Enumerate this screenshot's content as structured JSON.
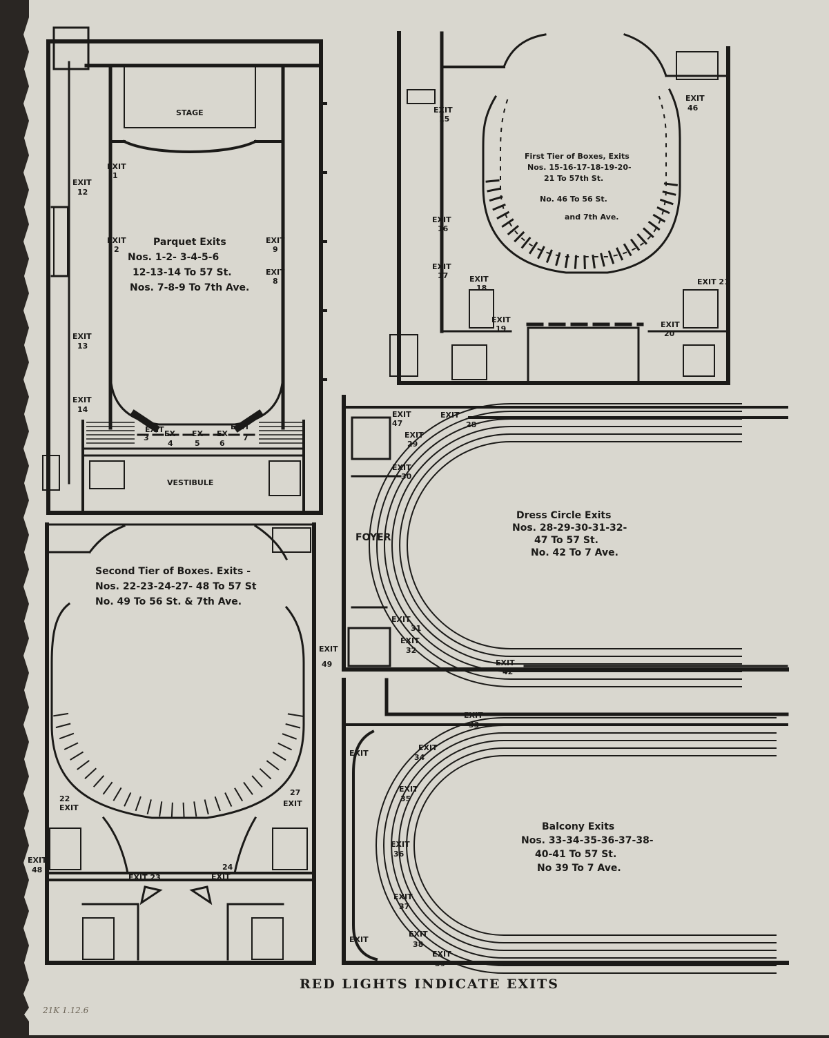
{
  "plans": {
    "parquet": {
      "stage": "STAGE",
      "title": "Parquet Exits",
      "lines": [
        "Nos. 1-2- 3-4-5-6",
        "12-13-14 To 57 St.",
        "Nos. 7-8-9 To 7th Ave."
      ],
      "vestibule": "VESTIBULE",
      "exits": {
        "e1": [
          "EXIT",
          "1"
        ],
        "e2": [
          "EXIT",
          "2"
        ],
        "e3": [
          "EXIT",
          "3"
        ],
        "e4": [
          "EX",
          "4"
        ],
        "e5": [
          "EX",
          "5"
        ],
        "e6": [
          "EX",
          "6"
        ],
        "e7": [
          "EXIT",
          "7"
        ],
        "e8": [
          "EXIT",
          "8"
        ],
        "e9": [
          "EXIT",
          "9"
        ],
        "e12": [
          "EXIT",
          "12"
        ],
        "e13": [
          "EXIT",
          "13"
        ],
        "e14": [
          "EXIT",
          "14"
        ]
      }
    },
    "first_tier": {
      "lines": [
        "First Tier of Boxes, Exits",
        "Nos. 15-16-17-18-19-20-",
        "21 To 57th St.",
        "No. 46 To 56 St.",
        "and 7th Ave."
      ],
      "exits": {
        "e15": [
          "EXIT",
          "15"
        ],
        "e16": [
          "EXIT",
          "16"
        ],
        "e17": [
          "EXIT",
          "17"
        ],
        "e18": [
          "EXIT",
          "18"
        ],
        "e19": [
          "EXIT",
          "19"
        ],
        "e20": [
          "EXIT",
          "20"
        ],
        "e21": "EXIT 21",
        "e46": [
          "EXIT",
          "46"
        ]
      }
    },
    "dress_circle": {
      "foyer": "FOYER",
      "lines": [
        "Dress Circle Exits",
        "Nos. 28-29-30-31-32-",
        "47 To 57 St.",
        "No. 42 To 7 Ave."
      ],
      "exits": {
        "e47": [
          "EXIT",
          "47"
        ],
        "e28": [
          "EXIT",
          "28"
        ],
        "e29": [
          "EXIT",
          "29"
        ],
        "e30": [
          "EXIT",
          "30"
        ],
        "e31": [
          "EXIT",
          "31"
        ],
        "e32": [
          "EXIT",
          "32"
        ],
        "e42": [
          "EXIT",
          "42"
        ]
      }
    },
    "second_tier": {
      "lines": [
        "Second Tier of Boxes. Exits -",
        "Nos. 22-23-24-27- 48 To 57 St",
        "No. 49 To 56 St. & 7th Ave."
      ],
      "exits": {
        "e22": [
          "22",
          "EXIT"
        ],
        "e27": [
          "27",
          "EXIT"
        ],
        "e48": [
          "EXIT",
          "48"
        ],
        "e49": [
          "EXIT",
          "49"
        ],
        "e23": "EXIT 23",
        "e24": [
          "24",
          "EXIT"
        ]
      }
    },
    "balcony": {
      "lines": [
        "Balcony Exits",
        "Nos. 33-34-35-36-37-38-",
        "40-41 To 57 St.",
        "No 39 To 7 Ave."
      ],
      "exits": {
        "e33": [
          "EXIT",
          "33"
        ],
        "e34": [
          "EXIT",
          "34"
        ],
        "e35": [
          "EXIT",
          "35"
        ],
        "e36": [
          "EXIT",
          "36"
        ],
        "e37": [
          "EXIT",
          "37"
        ],
        "e38": [
          "EXIT",
          "38"
        ],
        "e39": [
          "EXIT",
          "39"
        ],
        "left_top": "EXIT",
        "left_bottom": "EXIT"
      }
    }
  },
  "caption": "RED LIGHTS INDICATE EXITS",
  "handwritten_note": "21K 1.12.6"
}
